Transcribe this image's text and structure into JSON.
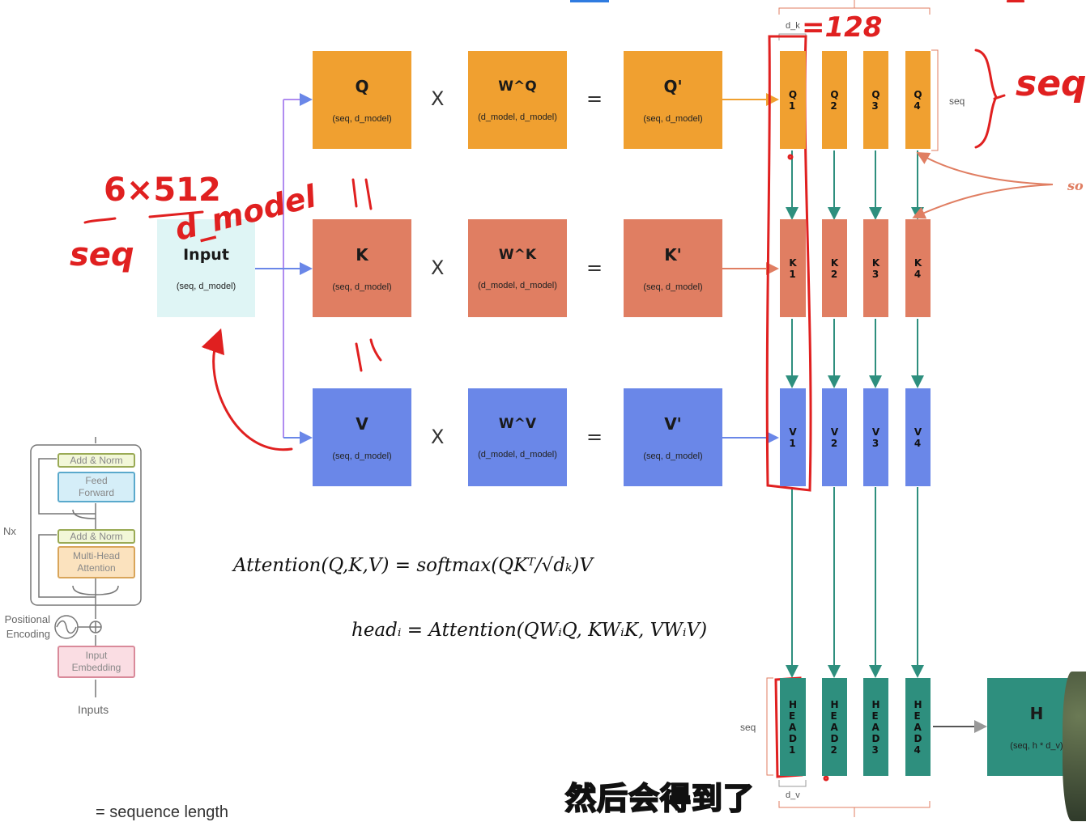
{
  "matrices": {
    "q": {
      "label": "Q",
      "dims": "(seq, d_model)"
    },
    "wq": {
      "label": "W^Q",
      "dims": "(d_model, d_model)"
    },
    "qp": {
      "label": "Q'",
      "dims": "(seq, d_model)"
    },
    "k": {
      "label": "K",
      "dims": "(seq, d_model)"
    },
    "wk": {
      "label": "W^K",
      "dims": "(d_model, d_model)"
    },
    "kp": {
      "label": "K'",
      "dims": "(seq, d_model)"
    },
    "v": {
      "label": "V",
      "dims": "(seq, d_model)"
    },
    "wv": {
      "label": "W^V",
      "dims": "(d_model, d_model)"
    },
    "vp": {
      "label": "V'",
      "dims": "(seq, d_model)"
    },
    "input": {
      "label": "Input",
      "dims": "(seq, d_model)"
    },
    "h": {
      "label": "H",
      "dims": "(seq, h * d_v)"
    }
  },
  "operators": {
    "times": "X",
    "equals": "="
  },
  "heads": {
    "q": [
      "Q\n1",
      "Q\n2",
      "Q\n3",
      "Q\n4"
    ],
    "k": [
      "K\n1",
      "K\n2",
      "K\n3",
      "K\n4"
    ],
    "v": [
      "V\n1",
      "V\n2",
      "V\n3",
      "V\n4"
    ],
    "head": [
      "H\nE\nA\nD\n1",
      "H\nE\nA\nD\n2",
      "H\nE\nA\nD\n3",
      "H\nE\nA\nD\n4"
    ]
  },
  "side_labels": {
    "dk_top": "d_k",
    "seq_right": "seq",
    "seq_left": "seq",
    "dv_bottom": "d_v"
  },
  "formulas": {
    "attention": "Attention(Q,K,V) = softmax(QKᵀ/√dₖ)V",
    "head": "headᵢ = Attention(QWᵢQ, KWᵢK, VWᵢV)"
  },
  "encoder": {
    "add_norm_top": "Add & Norm",
    "feed_forward": "Feed Forward",
    "add_norm_bottom": "Add & Norm",
    "multi_head": "Multi-Head Attention",
    "nx": "Nx",
    "positional": "Positional Encoding",
    "input_embedding": "Input Embedding",
    "inputs": "Inputs"
  },
  "footer_text": "= sequence length",
  "subtitle": "然后会得到了",
  "annotations": {
    "n128": "=128",
    "seq_brace": "seq",
    "six512": "6×512",
    "dmodel": "d_model",
    "seq_left": "seq",
    "so": "so"
  },
  "colors": {
    "q": "#F0A030",
    "k": "#E07E62",
    "v": "#6A87E8",
    "head": "#2E8F7E",
    "input": "#DFF5F5",
    "ink": "#E02020"
  }
}
